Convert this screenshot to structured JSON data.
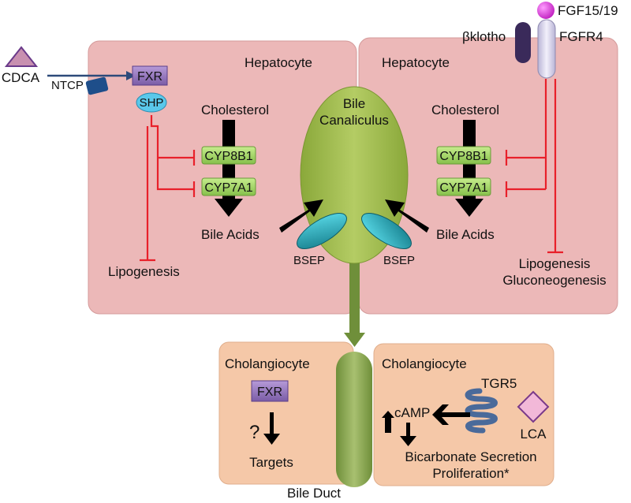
{
  "cells": {
    "left_hepatocyte": "Hepatocyte",
    "right_hepatocyte": "Hepatocyte",
    "left_cholangiocyte": "Cholangiocyte",
    "right_cholangiocyte": "Cholangiocyte"
  },
  "canaliculus": {
    "line1": "Bile",
    "line2": "Canaliculus"
  },
  "bile_duct": "Bile Duct",
  "left_hepatocyte": {
    "ligand": "CDCA",
    "transporter": "NTCP",
    "receptor": "FXR",
    "shp": "SHP",
    "cholesterol": "Cholesterol",
    "enzyme1": "CYP8B1",
    "enzyme2": "CYP7A1",
    "product": "Bile Acids",
    "pump": "BSEP",
    "inhibited": "Lipogenesis"
  },
  "right_hepatocyte": {
    "ligand": "FGF15/19",
    "coreceptor": "βklotho",
    "receptor": "FGFR4",
    "cholesterol": "Cholesterol",
    "enzyme1": "CYP8B1",
    "enzyme2": "CYP7A1",
    "product": "Bile Acids",
    "pump": "BSEP",
    "inhibited1": "Lipogenesis",
    "inhibited2": "Gluconeogenesis"
  },
  "left_cholangiocyte": {
    "receptor": "FXR",
    "question": "?",
    "targets": "Targets"
  },
  "right_cholangiocyte": {
    "receptor": "TGR5",
    "ligand": "LCA",
    "camp": "cAMP",
    "effect1": "Bicarbonate Secretion",
    "effect2": "Proliferation*"
  },
  "colors": {
    "hepatocyte_fill": "#ecb8b8",
    "cholangiocyte_fill": "#f5c8a8",
    "canaliculus_fill": "#9dba4a",
    "enzyme_box": "#a8d86a",
    "receptor_box": "#8e6fb5",
    "shp": "#5ac8ea",
    "inhibition": "#e8202a",
    "fgf_ligand": "#e040e0",
    "lca_ligand": "#f2b8d8",
    "tgr5": "#4a6a9a"
  }
}
